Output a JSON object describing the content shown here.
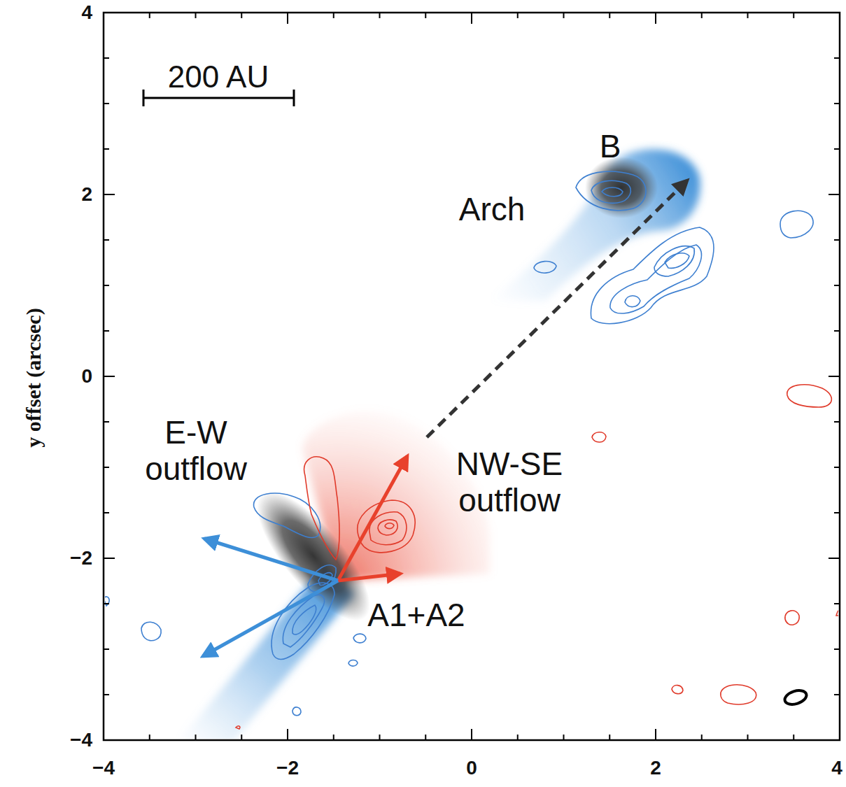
{
  "diagram": {
    "labels": [
      "200 AU",
      "B",
      "Arch",
      "E-W outflow",
      "NW-SE outflow",
      "A1+A2",
      "y offset (arcsec)",
      "4",
      "2",
      "0",
      "−2",
      "−4",
      "−4",
      "−2",
      "0",
      "2",
      "4"
    ]
  }
}
